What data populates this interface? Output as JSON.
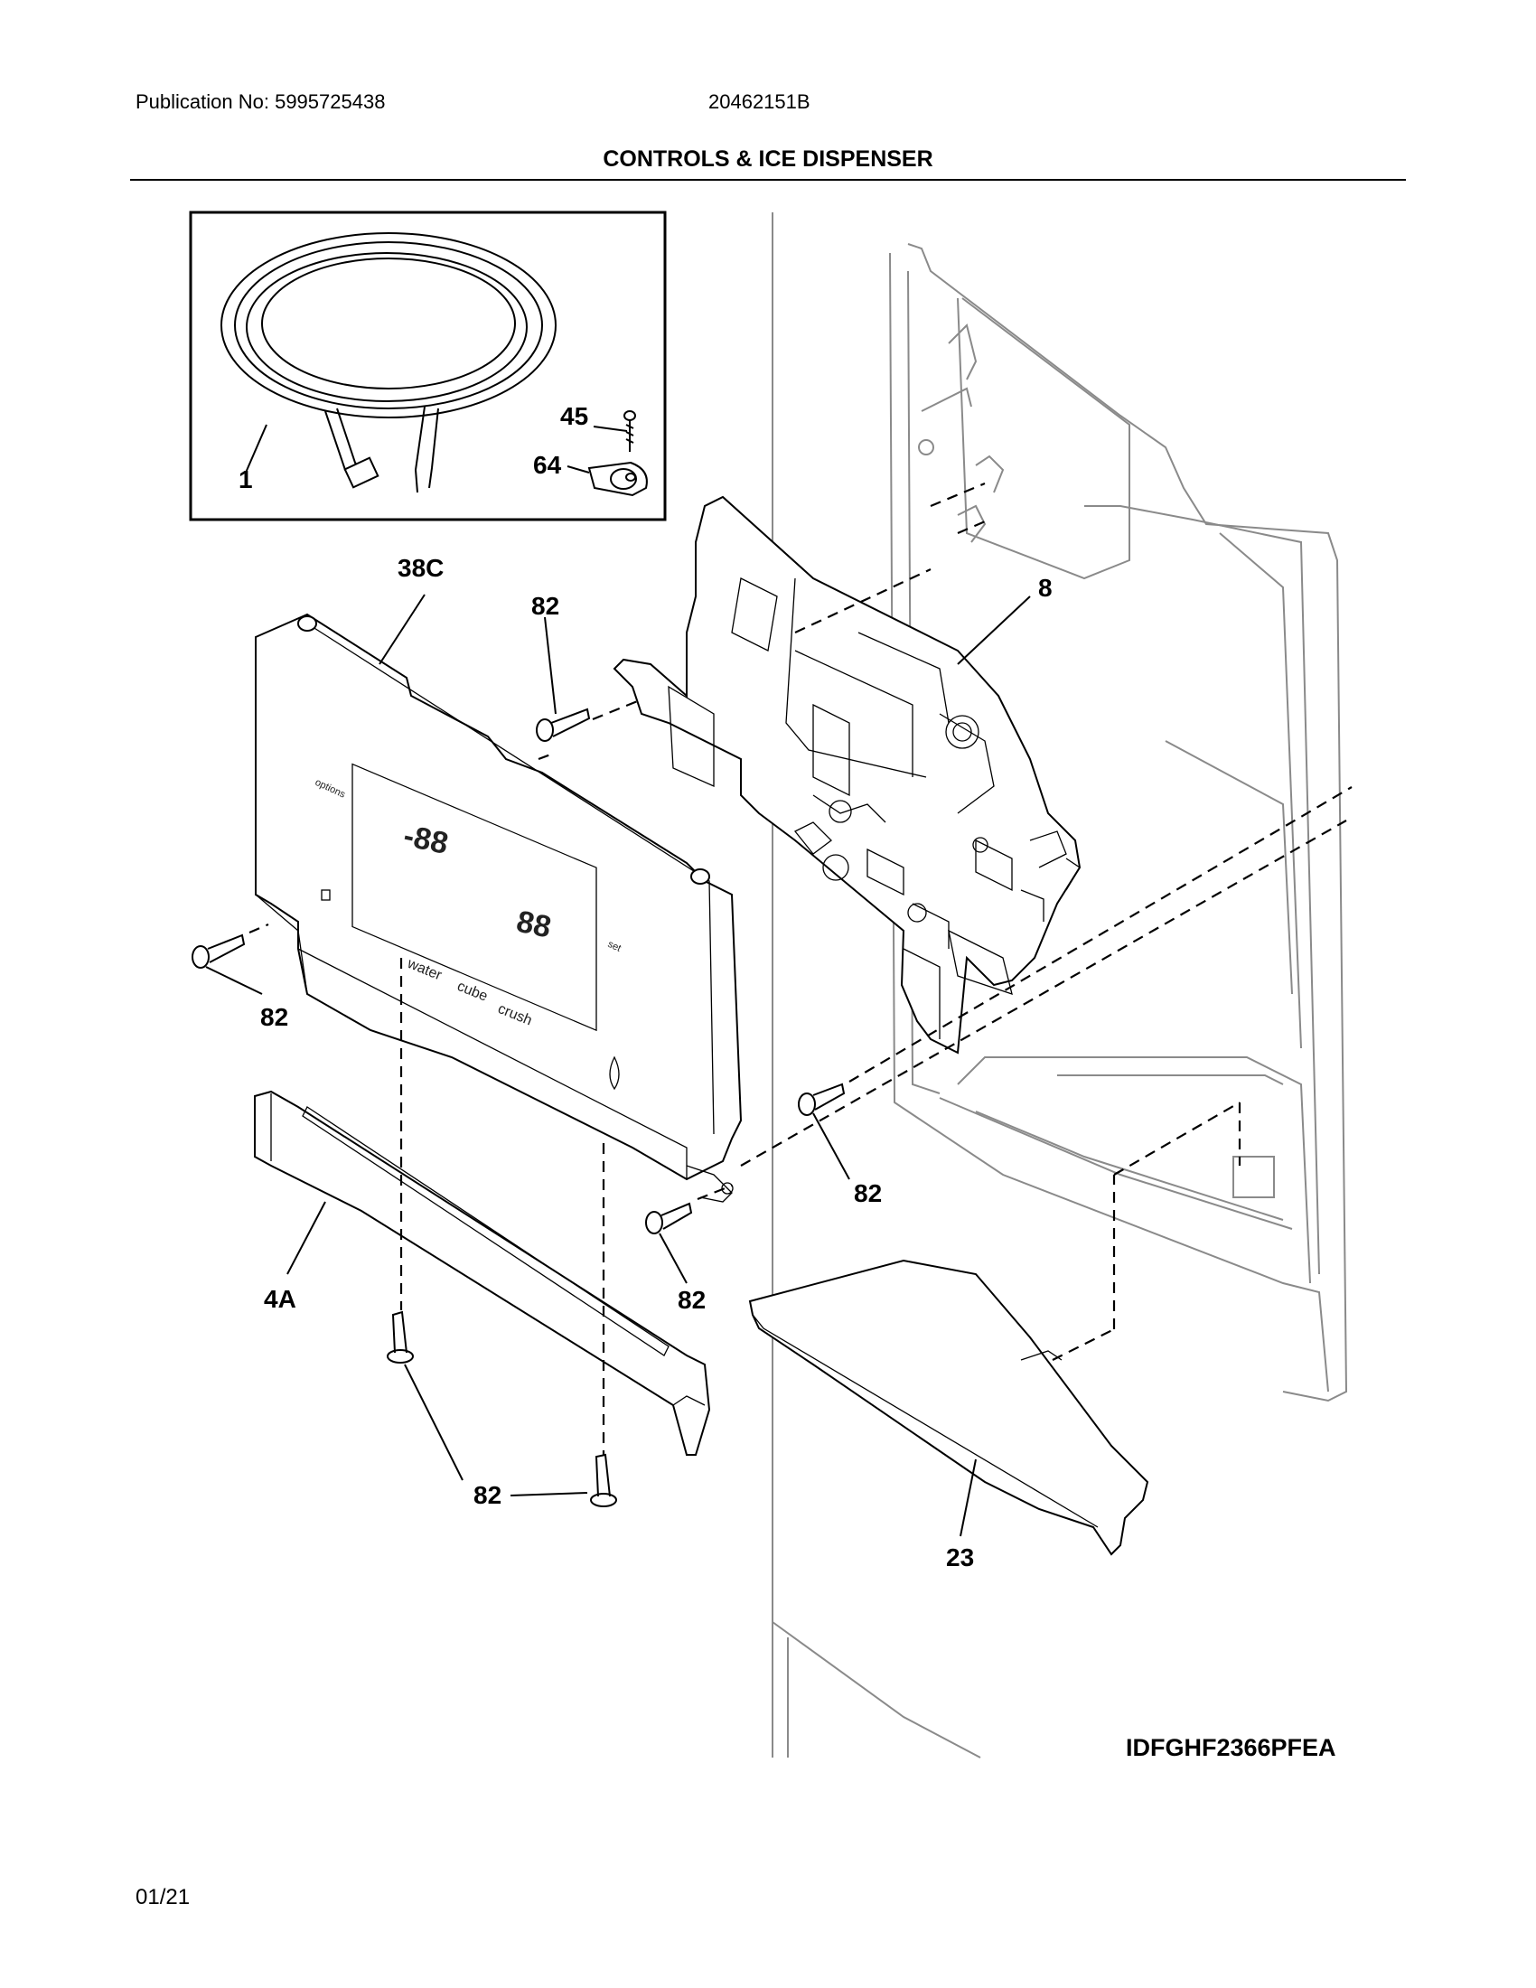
{
  "header": {
    "publication": "Publication No: 5995725438",
    "document_number": "20462151B",
    "section_title": "CONTROLS & ICE DISPENSER"
  },
  "callouts": {
    "c1": "1",
    "c45": "45",
    "c64": "64",
    "c38c": "38C",
    "c82a": "82",
    "c8": "8",
    "c82b": "82",
    "c82c": "82",
    "c82d": "82",
    "c4a": "4A",
    "c82e": "82",
    "c23": "23"
  },
  "panel_text": {
    "water": "water",
    "cube": "cube",
    "crush": "crush",
    "options": "options",
    "set": "set",
    "display_left": "-88",
    "display_right": "88"
  },
  "model_code": "IDFGHF2366PFEA",
  "footer": {
    "date": "01/21"
  }
}
